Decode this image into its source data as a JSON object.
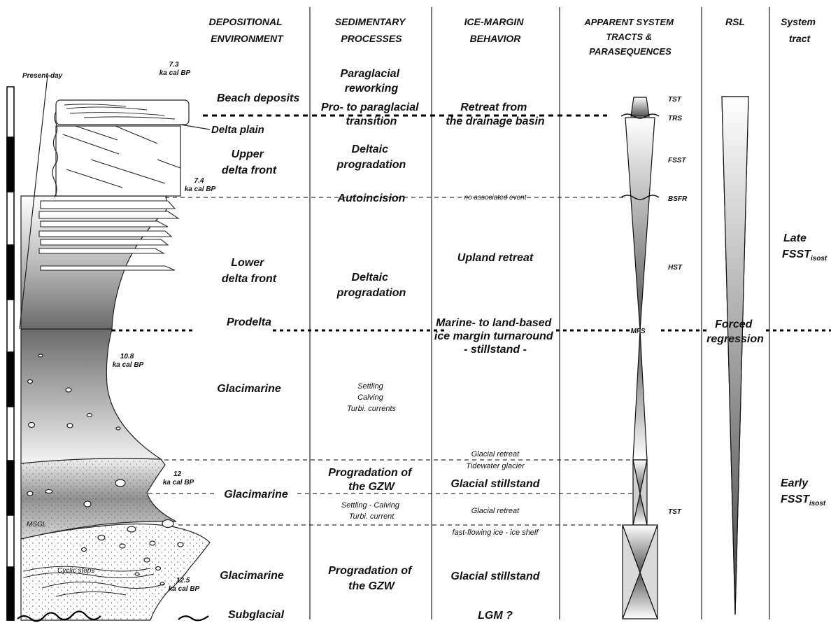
{
  "headers": {
    "depositional": [
      "DEPOSITIONAL",
      "ENVIRONMENT"
    ],
    "sedimentary": [
      "SEDIMENTARY",
      "PROCESSES"
    ],
    "ice_margin": [
      "ICE-MARGIN",
      "BEHAVIOR"
    ],
    "system_tracts": [
      "APPARENT SYSTEM",
      "TRACTS &",
      "PARASEQUENCES"
    ],
    "rsl": "RSL",
    "system_tract": [
      "System",
      "tract"
    ]
  },
  "log": {
    "present_day": "Present-day",
    "msgl": "MSGL",
    "cyclic_steps": "Cyclic steps",
    "delta_plain": "Delta plain",
    "ages": [
      [
        "7.3",
        "ka cal BP"
      ],
      [
        "7.4",
        "ka cal BP"
      ],
      [
        "10.8",
        "ka cal BP"
      ],
      [
        "12",
        "ka cal BP"
      ],
      [
        "12.5",
        "ka cal BP"
      ]
    ]
  },
  "environments": {
    "beach": "Beach deposits",
    "upper_delta": [
      "Upper",
      "delta front"
    ],
    "lower_delta": [
      "Lower",
      "delta front"
    ],
    "prodelta": "Prodelta",
    "glacimarine_1": "Glacimarine",
    "glacimarine_2": "Glacimarine",
    "glacimarine_3": "Glacimarine",
    "subglacial": "Subglacial"
  },
  "processes": {
    "paraglacial_reworking": [
      "Paraglacial",
      "reworking"
    ],
    "pro_para_transition": [
      "Pro- to paraglacial",
      "transition"
    ],
    "deltaic_1": [
      "Deltaic",
      "progradation"
    ],
    "autoincision": "Autoincision",
    "deltaic_2": [
      "Deltaic",
      "progradation"
    ],
    "settling_block": [
      "Settling",
      "Calving",
      "Turbi. currents"
    ],
    "gzw_1": [
      "Progradation of",
      "the GZW"
    ],
    "settling_calving": [
      "Settling - Calving",
      "Turbi. current"
    ],
    "gzw_2": [
      "Progradation of",
      "the GZW"
    ]
  },
  "ice_margin": {
    "retreat_basin": [
      "Retreat from",
      "the drainage basin"
    ],
    "no_event": "no associated event",
    "upland_retreat": "Upland retreat",
    "turnaround": [
      "Marine- to land-based",
      "ice margin turnaround",
      "- stillstand -"
    ],
    "glacial_retreat_1": "Glacial retreat",
    "tidewater": "Tidewater glacier",
    "stillstand_1": "Glacial stillstand",
    "glacial_retreat_2": "Glacial retreat",
    "fast_flowing": "fast-flowing ice - ice shelf",
    "stillstand_2": "Glacial stillstand",
    "lgm": "LGM ?"
  },
  "tracts": {
    "tst_top": "TST",
    "trs": "TRS",
    "fsst": "FSST",
    "bsfr": "BSFR",
    "hst": "HST",
    "mfs": "MFS",
    "tst_bottom": "TST"
  },
  "rsl": {
    "label": [
      "Forced",
      "regression"
    ]
  },
  "system_tract": {
    "late": {
      "word": "Late",
      "base": "FSST",
      "sub": "isost"
    },
    "early": {
      "word": "Early",
      "base": "FSST",
      "sub": "isost"
    }
  }
}
